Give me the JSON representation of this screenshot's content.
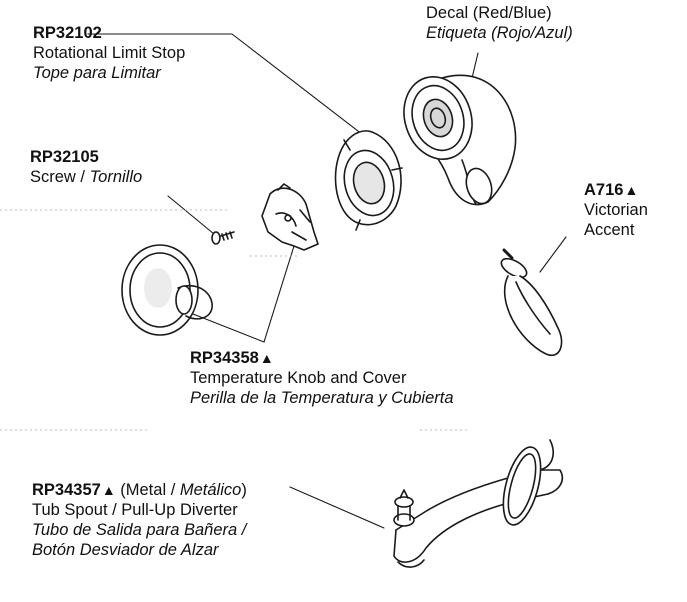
{
  "parts": {
    "decal": {
      "english": "Decal (Red/Blue)",
      "spanish": "Etiqueta (Rojo/Azul)"
    },
    "limit_stop": {
      "part_number": "RP32102",
      "english": "Rotational Limit Stop",
      "spanish": "Tope para Limitar"
    },
    "screw": {
      "part_number": "RP32105",
      "english": "Screw /",
      "spanish": "Tornillo"
    },
    "accent": {
      "part_number": "A716",
      "marker": "▲",
      "line1": "Victorian",
      "line2": "Accent"
    },
    "knob": {
      "part_number": "RP34358",
      "marker": "▲",
      "english": "Temperature Knob and Cover",
      "spanish": "Perilla de la Temperatura y Cubierta"
    },
    "spout": {
      "part_number": "RP34357",
      "marker": "▲",
      "material_prefix": "(Metal /",
      "material_es": "Metálico",
      "material_suffix": ")",
      "english": "Tub Spout / Pull-Up Diverter",
      "spanish_line1": "Tubo de Salida para Bañera /",
      "spanish_line2": "Botón Desviador de Alzar"
    }
  }
}
